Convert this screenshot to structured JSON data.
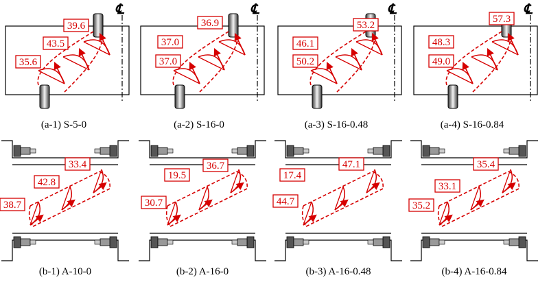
{
  "centerline_symbol": "℄",
  "colors": {
    "force": "#d60000",
    "outline": "#000000",
    "roller": "#777777"
  },
  "panels_top": [
    {
      "caption": "(a-1) S-5-0",
      "labels": [
        "39.6",
        "43.5",
        "35.6"
      ]
    },
    {
      "caption": "(a-2) S-16-0",
      "labels": [
        "36.9",
        "37.0",
        "37.0"
      ]
    },
    {
      "caption": "(a-3) S-16-0.48",
      "labels": [
        "53.2",
        "46.1",
        "50.2"
      ]
    },
    {
      "caption": "(a-4) S-16-0.84",
      "labels": [
        "57.3",
        "48.3",
        "49.0"
      ]
    }
  ],
  "panels_bottom": [
    {
      "caption": "(b-1) A-10-0",
      "labels": [
        "33.4",
        "42.8",
        "38.7"
      ]
    },
    {
      "caption": "(b-2) A-16-0",
      "labels": [
        "36.7",
        "19.5",
        "30.7"
      ]
    },
    {
      "caption": "(b-3) A-16-0.48",
      "labels": [
        "47.1",
        "17.4",
        "44.7"
      ]
    },
    {
      "caption": "(b-4) A-16-0.84",
      "labels": [
        "35.4",
        "33.1",
        "35.2"
      ]
    }
  ]
}
